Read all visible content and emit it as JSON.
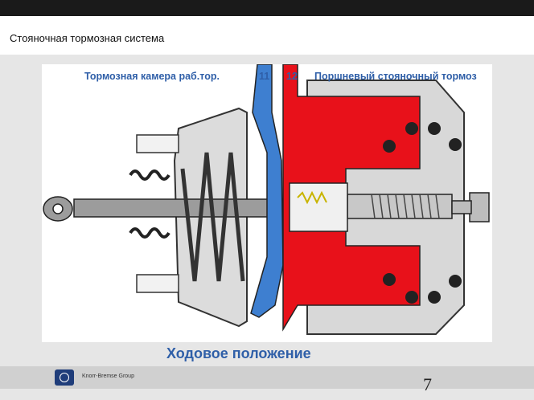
{
  "slide": {
    "title": "Стояночная тормозная система",
    "page_number": "7"
  },
  "diagram": {
    "label_service_chamber": "Тормозная камера раб.тор.",
    "label_port_11": "11",
    "label_port_12": "12",
    "label_parking_brake": "Поршневый стояночный тормоз",
    "caption": "Ходовое положение",
    "colors": {
      "pressure_red": "#e8111a",
      "pressure_blue": "#3e7fd0",
      "housing": "#cfcfcf",
      "text_blue": "#2f5fa8"
    }
  },
  "footer": {
    "company": "Knorr-Bremse Group",
    "logo_icon": "knorr-bremse-logo-icon"
  }
}
